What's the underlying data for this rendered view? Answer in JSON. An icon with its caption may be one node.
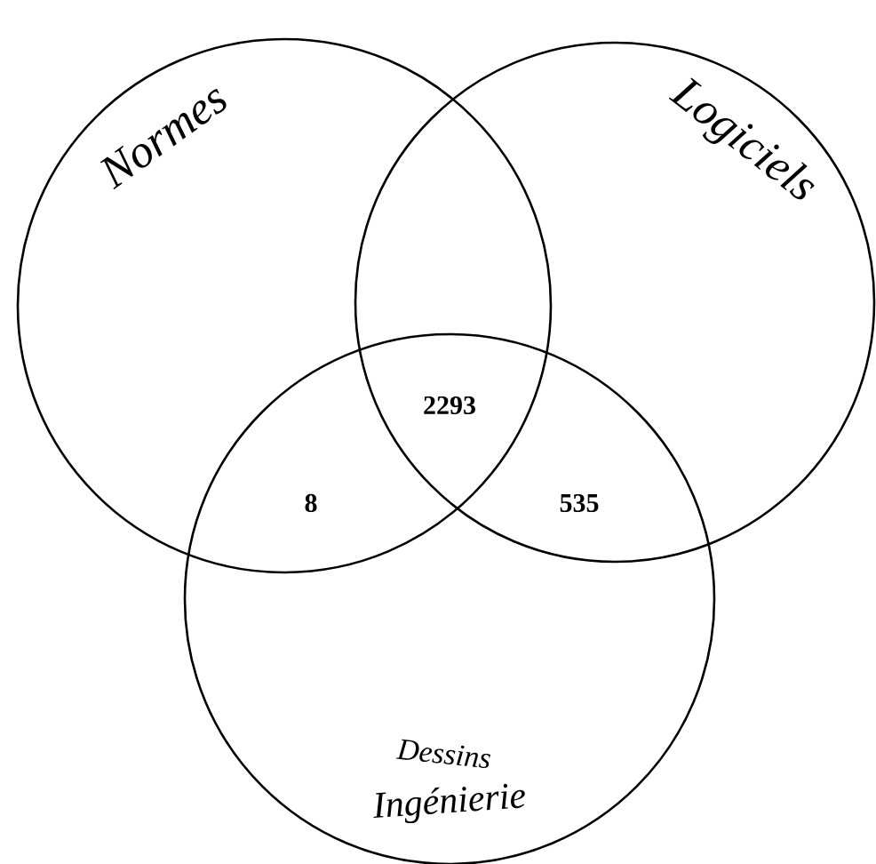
{
  "diagram": {
    "nodes": [
      {
        "text": [
          "Normes"
        ]
      },
      {
        "text": [
          "Logiciels"
        ]
      },
      {
        "text": [
          "Dessins",
          "Ingénierie"
        ]
      }
    ],
    "labels": [
      "2293",
      "8",
      "535"
    ]
  }
}
